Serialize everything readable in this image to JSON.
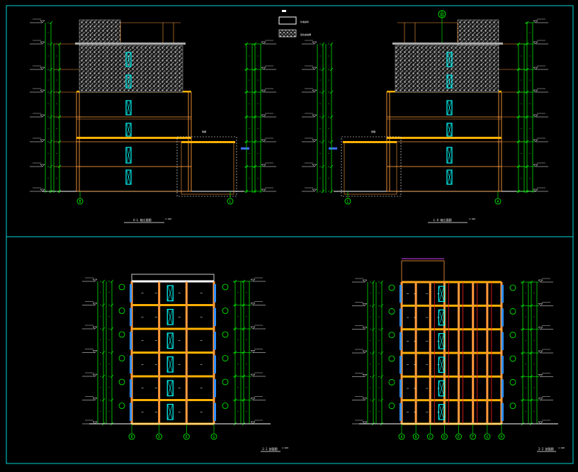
{
  "colors": {
    "background": "#000000",
    "frame": "#00e5e5",
    "dimension": "#00ff00",
    "wall": "#ff9a3c",
    "slab": "#ffb000",
    "window": "#00ffff",
    "screen": "#b0b0b0",
    "text": "#ffffff",
    "axis_red": "#ff2020",
    "axis_magenta": "#d040ff",
    "dashed": "#ffffff"
  },
  "views": {
    "top_left": {
      "title": "A-L 轴立面图",
      "scale": "1:100",
      "axis_left": "B",
      "axis_right": "L"
    },
    "top_right": {
      "title": "L-A 轴立面图",
      "scale": "1:100",
      "axis_left": "L",
      "axis_right": "A"
    },
    "bottom_left": {
      "title": "1-1 剖面图",
      "scale": "1:100",
      "axes": [
        "B",
        "D",
        "E",
        "G"
      ]
    },
    "bottom_right": {
      "title": "2-2 剖面图",
      "scale": "1:100",
      "axes": [
        "A",
        "B",
        "C",
        "D",
        "E",
        "F",
        "G",
        "H"
      ]
    }
  },
  "legend": {
    "items": [
      {
        "label": "外墙涂料"
      },
      {
        "label": "铝合金格栅"
      }
    ]
  },
  "canopy_label": "雨棚",
  "top_axis_label": "11"
}
